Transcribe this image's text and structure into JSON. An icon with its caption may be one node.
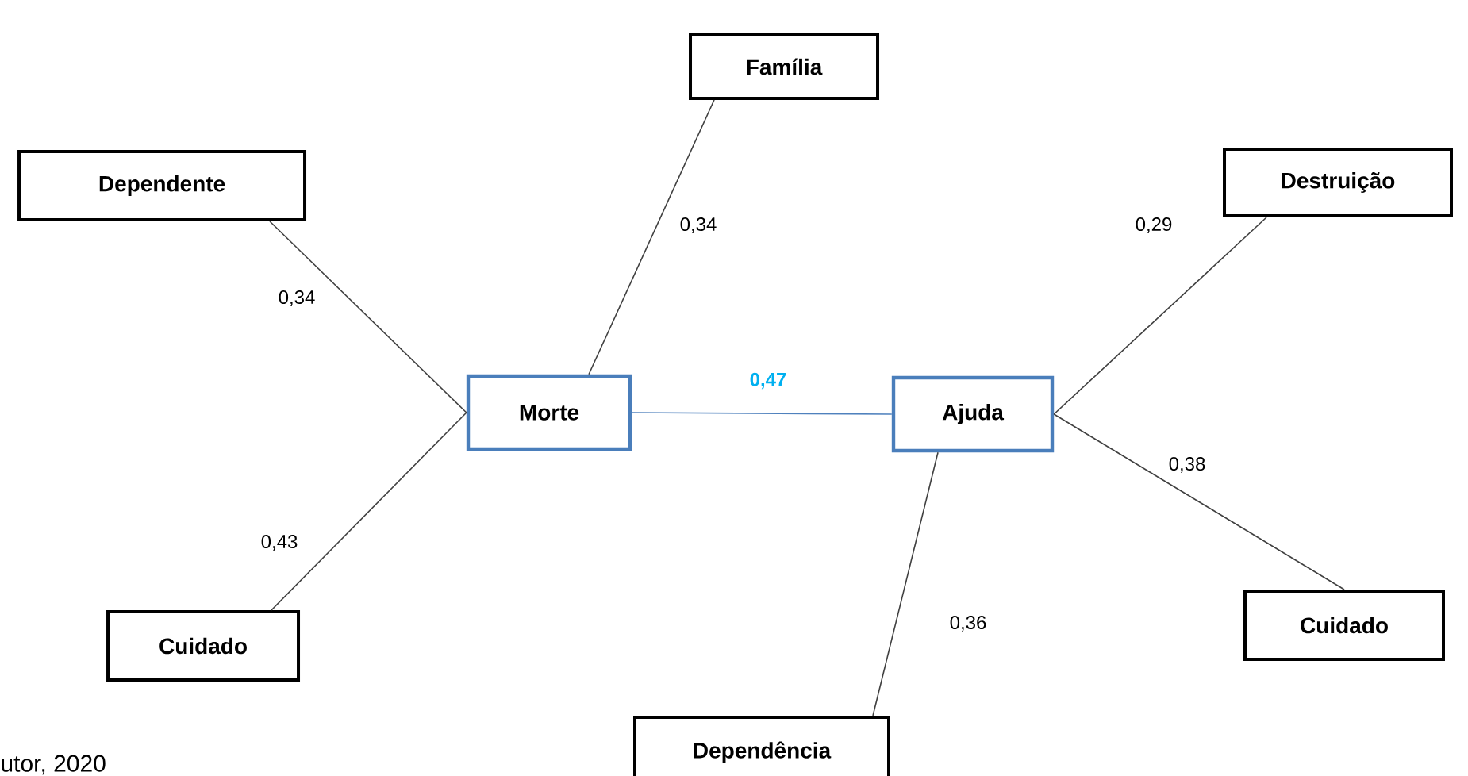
{
  "diagram": {
    "nodes": [
      {
        "text": [
          "Família"
        ]
      },
      {
        "text": [
          "Dependente"
        ]
      },
      {
        "text": [
          "Destruição"
        ]
      },
      {
        "text": [
          "Morte"
        ]
      },
      {
        "text": [
          "Ajuda"
        ]
      },
      {
        "text": [
          "Cuidado"
        ]
      },
      {
        "text": [
          "Cuidado"
        ]
      },
      {
        "text": [
          "Dependência"
        ]
      }
    ],
    "edges": [
      {
        "from": 3,
        "to": 0,
        "arrow": "none",
        "label": "0,34"
      },
      {
        "from": 3,
        "to": 1,
        "arrow": "none",
        "label": "0,34"
      },
      {
        "from": 3,
        "to": 5,
        "arrow": "none",
        "label": "0,43"
      },
      {
        "from": 3,
        "to": 4,
        "arrow": "none",
        "label": "0,47",
        "color": "#4f81bd"
      },
      {
        "from": 4,
        "to": 2,
        "arrow": "none",
        "label": "0,29"
      },
      {
        "from": 4,
        "to": 6,
        "arrow": "none",
        "label": "0,38"
      },
      {
        "from": 4,
        "to": 7,
        "arrow": "none",
        "label": "0,36"
      }
    ],
    "labels": [
      "utor, 2020"
    ]
  }
}
